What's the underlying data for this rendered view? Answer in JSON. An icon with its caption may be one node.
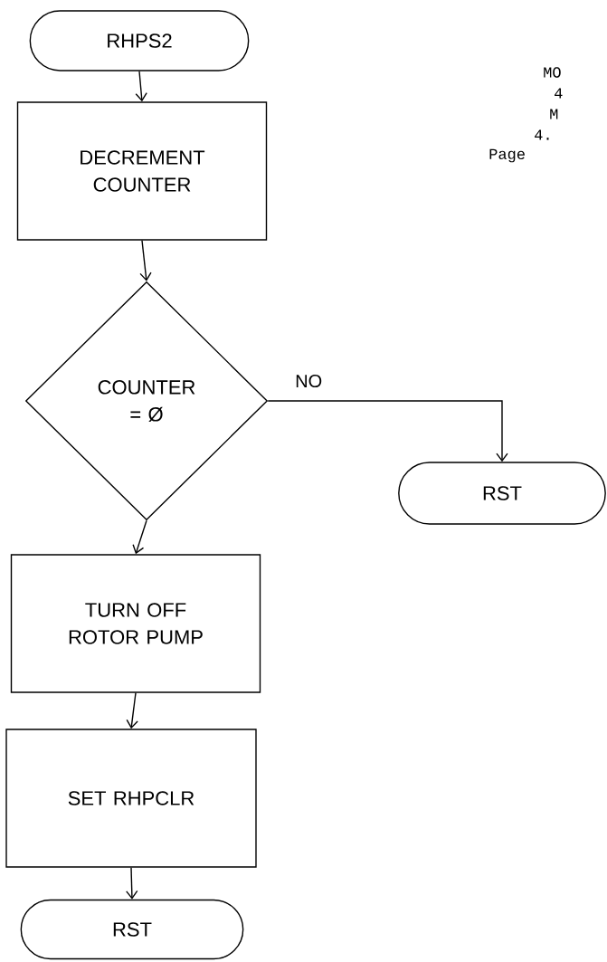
{
  "diagram": {
    "nodes": [
      {
        "text": [
          "RHPS2"
        ]
      },
      {
        "text": [
          "DECREMENT COUNTER"
        ]
      },
      {
        "text": [
          "COUNTER = Ø"
        ]
      },
      {
        "text": [
          "RST"
        ]
      },
      {
        "text": [
          "TURN OFF ROTOR PUMP"
        ]
      },
      {
        "text": [
          "SET RHPCLR"
        ]
      },
      {
        "text": [
          "RST"
        ]
      }
    ],
    "edges": [
      {
        "from": 0,
        "to": 1,
        "arrow": "to"
      },
      {
        "from": 1,
        "to": 2,
        "arrow": "to"
      },
      {
        "from": 2,
        "to": 3,
        "arrow": "to",
        "label": "NO"
      },
      {
        "from": 2,
        "to": 4,
        "arrow": "to"
      },
      {
        "from": 4,
        "to": 5,
        "arrow": "to"
      },
      {
        "from": 5,
        "to": 6,
        "arrow": "to"
      }
    ],
    "labels": [
      "MO",
      "4",
      "M",
      "4.",
      "Page"
    ]
  }
}
